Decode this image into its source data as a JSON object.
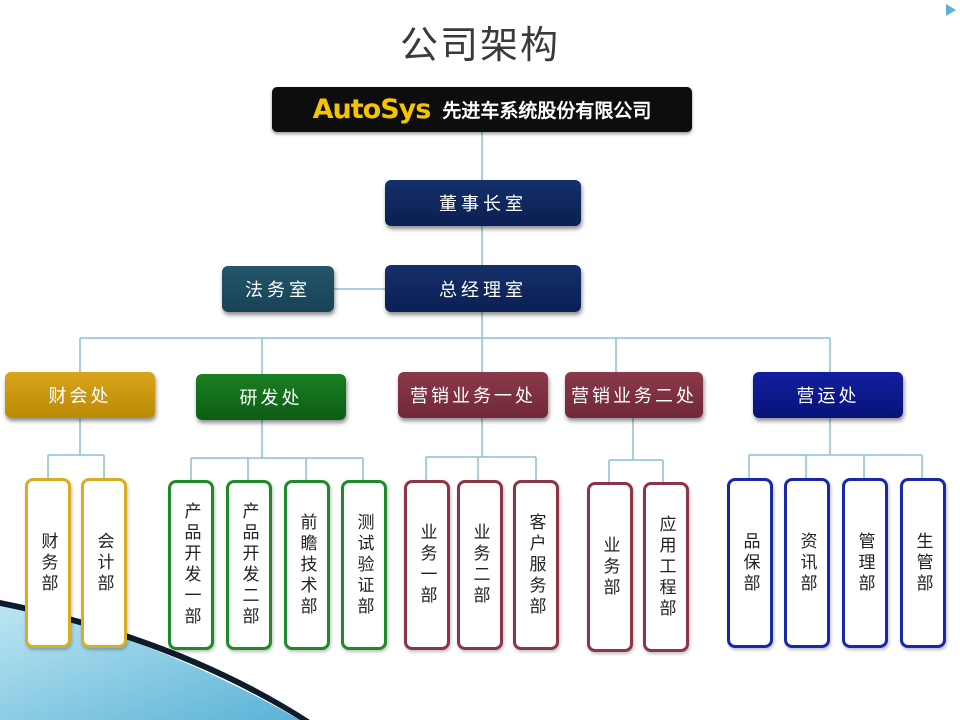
{
  "title": "公司架构",
  "company": {
    "logo": "AutoSys",
    "name": "先进车系统股份有限公司"
  },
  "chairman": "董事长室",
  "gm": "总经理室",
  "legal": "法务室",
  "colors": {
    "finance": "#c8960a",
    "rnd": "#116e1a",
    "sales": "#7e3140",
    "ops": "#0a1890",
    "navy": "#0e2560",
    "legal": "#1f4d62",
    "connector": "#8cbfcf"
  },
  "departments": [
    {
      "id": "finance",
      "label": "财会处",
      "subs": [
        "财务部",
        "会计部"
      ]
    },
    {
      "id": "rnd",
      "label": "研发处",
      "subs": [
        "产品开发一部",
        "产品开发二部",
        "前瞻技术部",
        "测试验证部"
      ]
    },
    {
      "id": "sales1",
      "label": "营销业务一处",
      "subs": [
        "业务一部",
        "业务二部",
        "客户服务部"
      ]
    },
    {
      "id": "sales2",
      "label": "营销业务二处",
      "subs": [
        "业务部",
        "应用工程部"
      ]
    },
    {
      "id": "ops",
      "label": "营运处",
      "subs": [
        "品保部",
        "资讯部",
        "管理部",
        "生管部"
      ]
    }
  ]
}
